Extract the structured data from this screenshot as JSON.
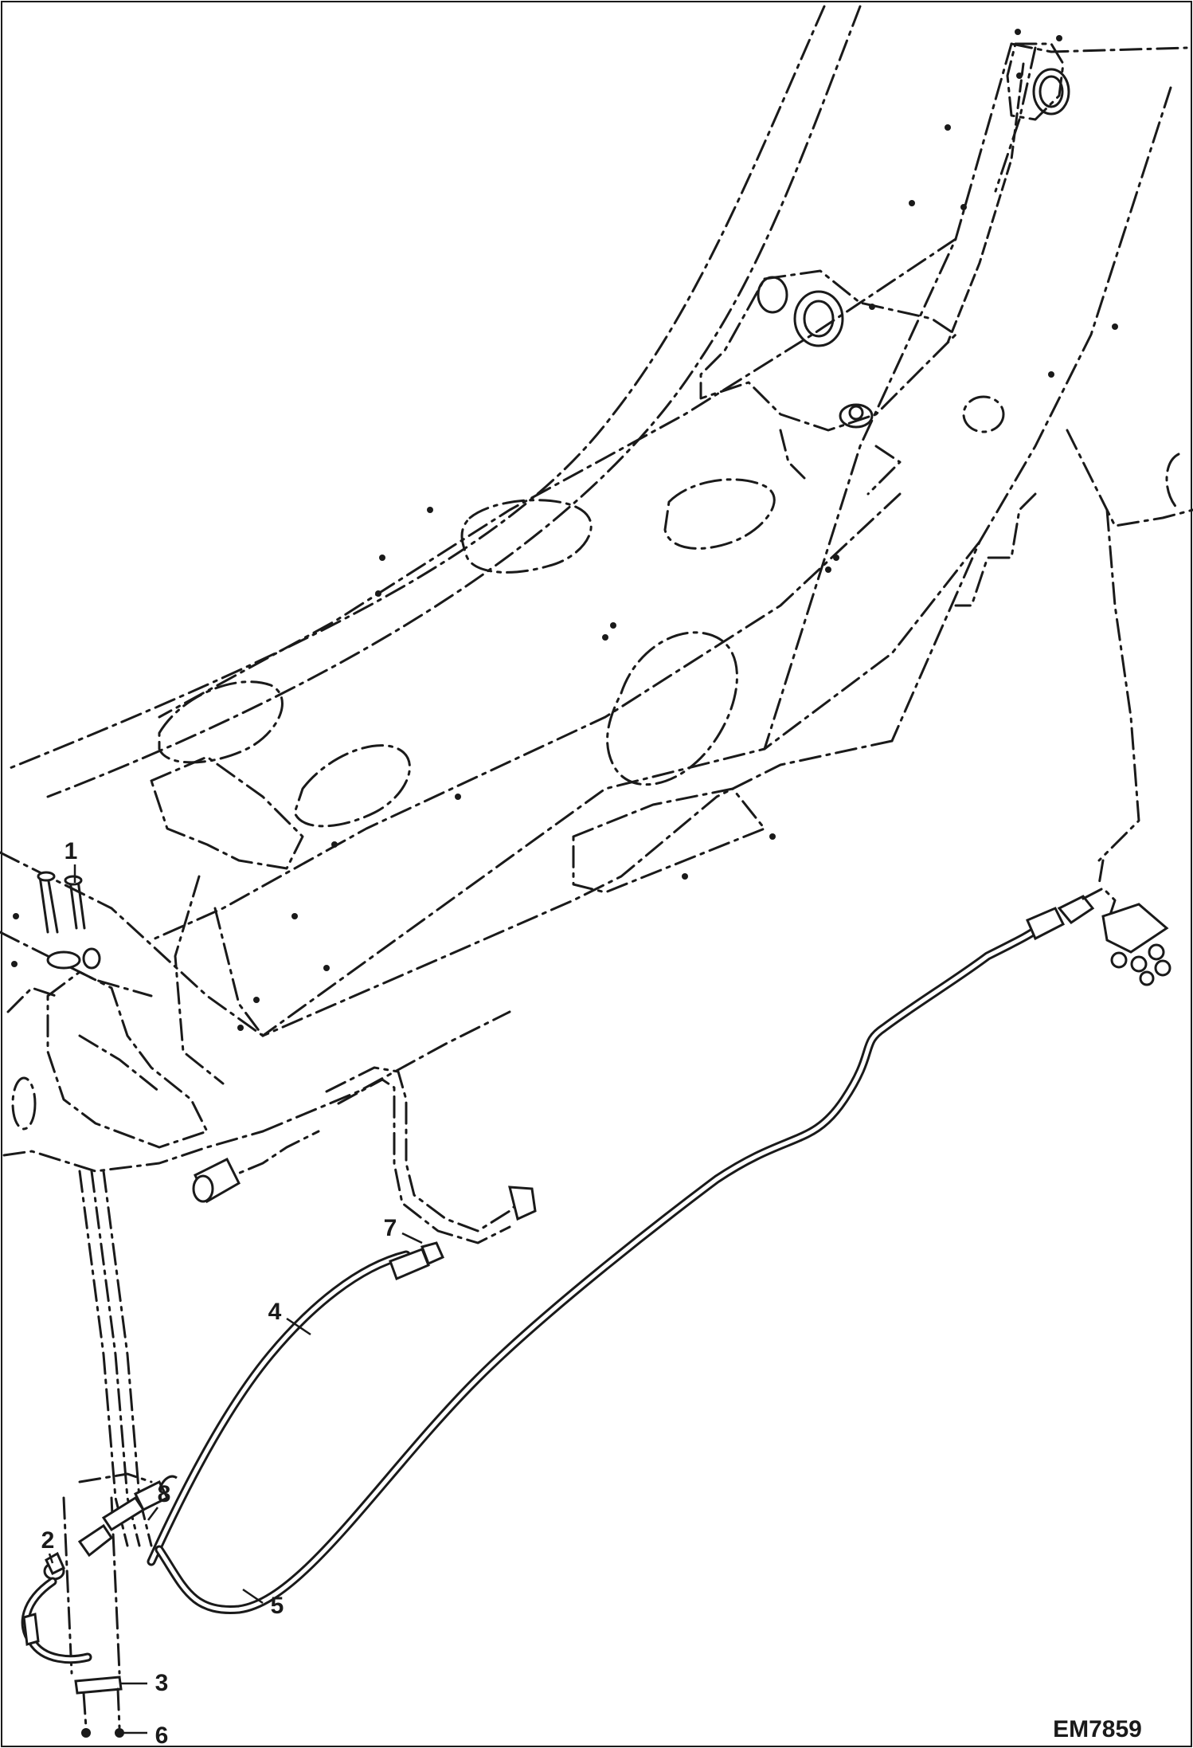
{
  "figure": {
    "id_label": "EM7859"
  },
  "callouts": [
    {
      "number": "1",
      "part": "bolt"
    },
    {
      "number": "2",
      "part": "fitting"
    },
    {
      "number": "3",
      "part": "clamp"
    },
    {
      "number": "4",
      "part": "hydraulic-hose"
    },
    {
      "number": "5",
      "part": "hydraulic-hose"
    },
    {
      "number": "6",
      "part": "nut"
    },
    {
      "number": "7",
      "part": "fitting"
    },
    {
      "number": "8",
      "part": "fitting"
    }
  ],
  "colors": {
    "line": "#1a1a1a",
    "background": "#ffffff"
  }
}
